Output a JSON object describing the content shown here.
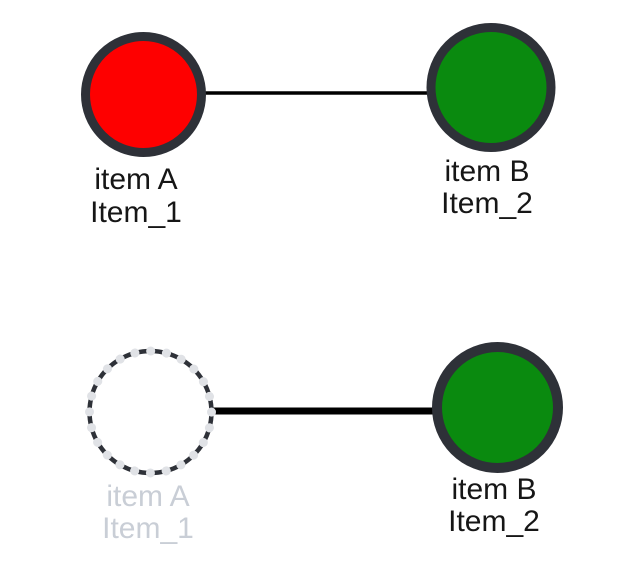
{
  "diagram_title": "",
  "colors": {
    "background": "#ffffff",
    "node_border": "#2e3138",
    "node_red": "#fe0000",
    "node_green": "#0a8a0f",
    "node_empty_fill": "#ffffff",
    "dashed_dot": "#e0e2e6",
    "edge": "#000000",
    "label_text": "#161616",
    "label_faded": "#c9ced6"
  },
  "graphs": [
    {
      "position": "top",
      "edge": {
        "from": "item A",
        "to": "item B",
        "style": "solid",
        "weight": "thin",
        "color": "#000000"
      },
      "nodes": [
        {
          "id": "item A",
          "lines": [
            "item A",
            "Item_1"
          ],
          "fill": "red",
          "border": "solid",
          "state": "active",
          "label_style": "normal"
        },
        {
          "id": "item B",
          "lines": [
            "item B",
            "Item_2"
          ],
          "fill": "green",
          "border": "solid",
          "state": "active",
          "label_style": "normal"
        }
      ]
    },
    {
      "position": "bottom",
      "edge": {
        "from": "item A",
        "to": "item B",
        "style": "solid",
        "weight": "thick",
        "color": "#000000"
      },
      "nodes": [
        {
          "id": "item A",
          "lines": [
            "item A",
            "Item_1"
          ],
          "fill": "none",
          "border": "dashed-dotted",
          "state": "inactive",
          "label_style": "faded"
        },
        {
          "id": "item B",
          "lines": [
            "item B",
            "Item_2"
          ],
          "fill": "green",
          "border": "solid",
          "state": "active",
          "label_style": "normal"
        }
      ]
    }
  ]
}
